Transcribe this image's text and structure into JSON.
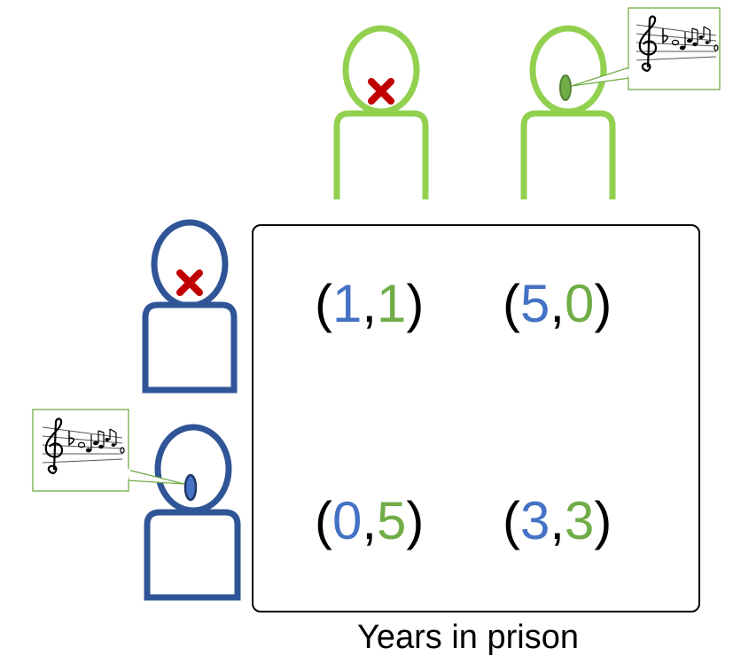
{
  "colors": {
    "row_player": "#2f5597",
    "column_player": "#92d050",
    "row_value": "#4472c4",
    "column_value": "#70ad47",
    "silent_mark": "#c00000"
  },
  "column_players": [
    {
      "action": "silent",
      "icon": "red-cross-mouth"
    },
    {
      "action": "sings",
      "icon": "music-sheet-speech"
    }
  ],
  "row_players": [
    {
      "action": "silent",
      "icon": "red-cross-mouth"
    },
    {
      "action": "sings",
      "icon": "music-sheet-speech"
    }
  ],
  "payoffs": [
    [
      {
        "row": "1",
        "col": "1"
      },
      {
        "row": "5",
        "col": "0"
      }
    ],
    [
      {
        "row": "0",
        "col": "5"
      },
      {
        "row": "3",
        "col": "3"
      }
    ]
  ],
  "caption": "Years in prison"
}
